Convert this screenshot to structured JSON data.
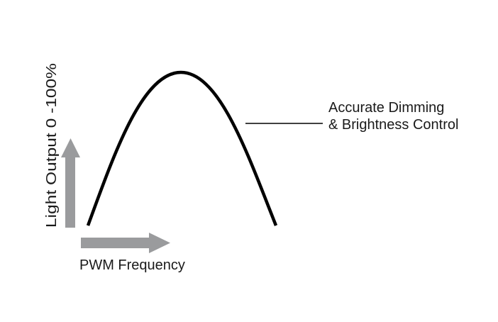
{
  "y_axis_label": "Light Output 0 -100%",
  "x_axis_label": "PWM Frequency",
  "annotation": {
    "line1": "Accurate Dimming",
    "line2": "& Brightness Control"
  },
  "colors": {
    "arrow": "#9a9b9d",
    "curve": "#000000"
  }
}
